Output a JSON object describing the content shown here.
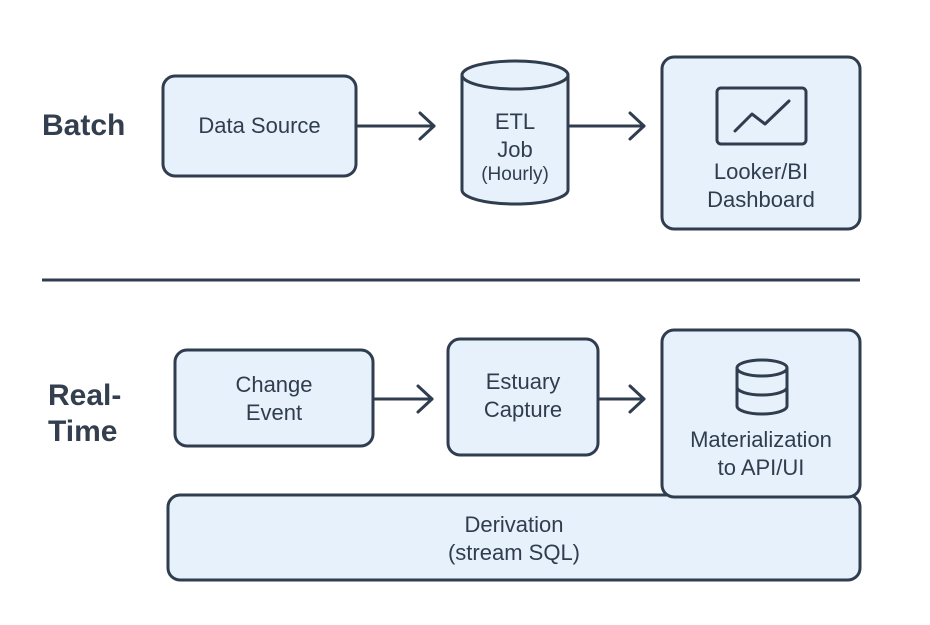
{
  "rows": {
    "batch": {
      "label": "Batch",
      "source": "Data Source",
      "etl": {
        "line1": "ETL",
        "line2": "Job",
        "line3": "(Hourly)"
      },
      "dashboard": {
        "line1": "Looker/BI",
        "line2": "Dashboard"
      }
    },
    "realtime": {
      "label_line1": "Real-",
      "label_line2": "Time",
      "change": {
        "line1": "Change",
        "line2": "Event"
      },
      "capture": {
        "line1": "Estuary",
        "line2": "Capture"
      },
      "materialization": {
        "line1": "Materialization",
        "line2": "to API/UI"
      },
      "derivation": {
        "line1": "Derivation",
        "line2": "(stream SQL)"
      }
    }
  },
  "colors": {
    "fill": "#e7f1fb",
    "stroke": "#2f3d4f",
    "text": "#2f3d4f"
  },
  "icons": [
    "chart-icon",
    "database-icon",
    "cylinder-shape",
    "arrow-icon"
  ]
}
